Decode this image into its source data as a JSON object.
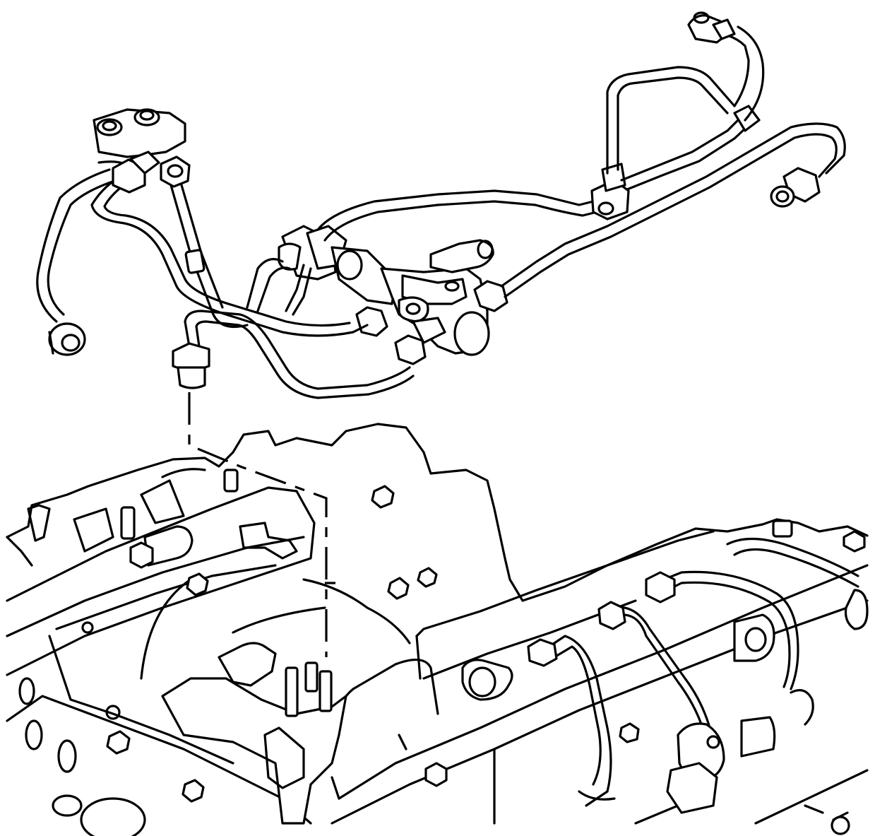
{
  "diagram": {
    "line_color": "#000000",
    "background": "#ffffff",
    "parts": [
      {
        "id": "fuel-line-assembly",
        "icon": "fuel-line-assembly-icon"
      },
      {
        "id": "fuel-pressure-distribution-block",
        "icon": "distribution-block-icon"
      },
      {
        "id": "feed-pipe-fitting",
        "icon": "pipe-fitting-icon"
      },
      {
        "id": "left-fuel-rail",
        "icon": "fuel-rail-icon"
      },
      {
        "id": "right-fuel-rail",
        "icon": "fuel-rail-icon"
      },
      {
        "id": "high-pressure-pump",
        "icon": "fuel-pump-icon"
      },
      {
        "id": "engine-block",
        "icon": "engine-block-icon"
      }
    ]
  }
}
